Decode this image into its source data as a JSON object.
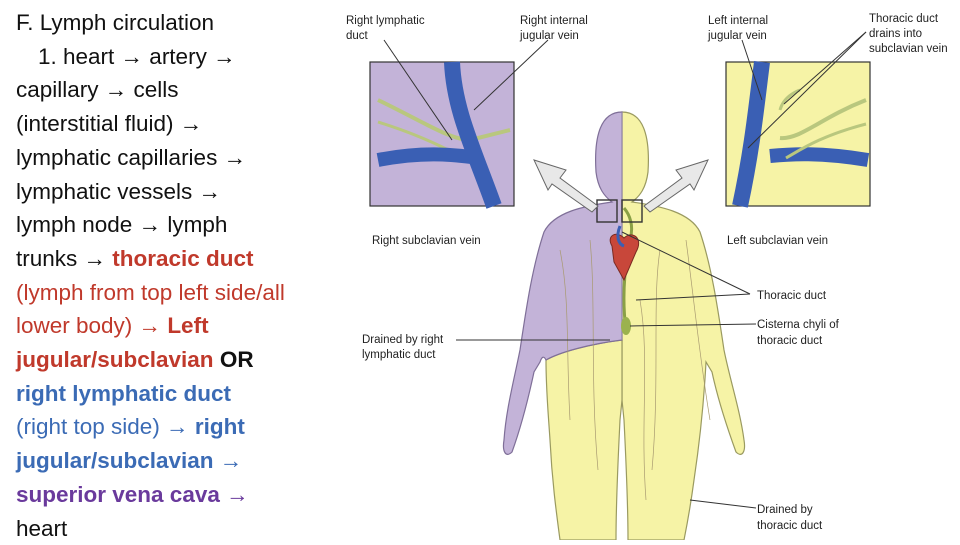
{
  "heading": "F. Lymph circulation",
  "steps": {
    "l1": "1. heart → artery →",
    "l2": "capillary → cells",
    "l3": "(interstitial fluid) →",
    "l4": "lymphatic capillaries →",
    "l5": "lymphatic vessels →",
    "l6": "lymph node → lymph",
    "l7a": "trunks → ",
    "l7b": "thoracic duct",
    "l8": "(lymph from top left side/all",
    "l9a": "lower body) → ",
    "l9b": "Left",
    "l10a": "jugular/subclavian",
    "l10b": " OR",
    "l11": "right lymphatic duct",
    "l12a": "(right top side) → ",
    "l12b": "right",
    "l13": "jugular/subclavian →",
    "l14": "superior vena cava →",
    "l15": "heart"
  },
  "labels": {
    "right_lymphatic_duct": [
      "Right lymphatic",
      "duct"
    ],
    "right_internal_jugular": [
      "Right internal",
      "jugular vein"
    ],
    "left_internal_jugular": [
      "Left internal",
      "jugular vein"
    ],
    "thoracic_drains": [
      "Thoracic duct",
      "drains into",
      "subclavian vein"
    ],
    "right_subclavian": "Right subclavian vein",
    "left_subclavian": "Left subclavian vein",
    "thoracic_duct": "Thoracic duct",
    "cisterna": [
      "Cisterna chyli of",
      "thoracic duct"
    ],
    "drained_right": [
      "Drained by right",
      "lymphatic duct"
    ],
    "drained_thoracic": [
      "Drained by",
      "thoracic duct"
    ]
  },
  "colors": {
    "right_region": "#c3b3d8",
    "left_region": "#f6f3a6",
    "vein": "#3a5fb4",
    "lymph_vessel": "#b9c77e",
    "heart": "#c8473a"
  }
}
